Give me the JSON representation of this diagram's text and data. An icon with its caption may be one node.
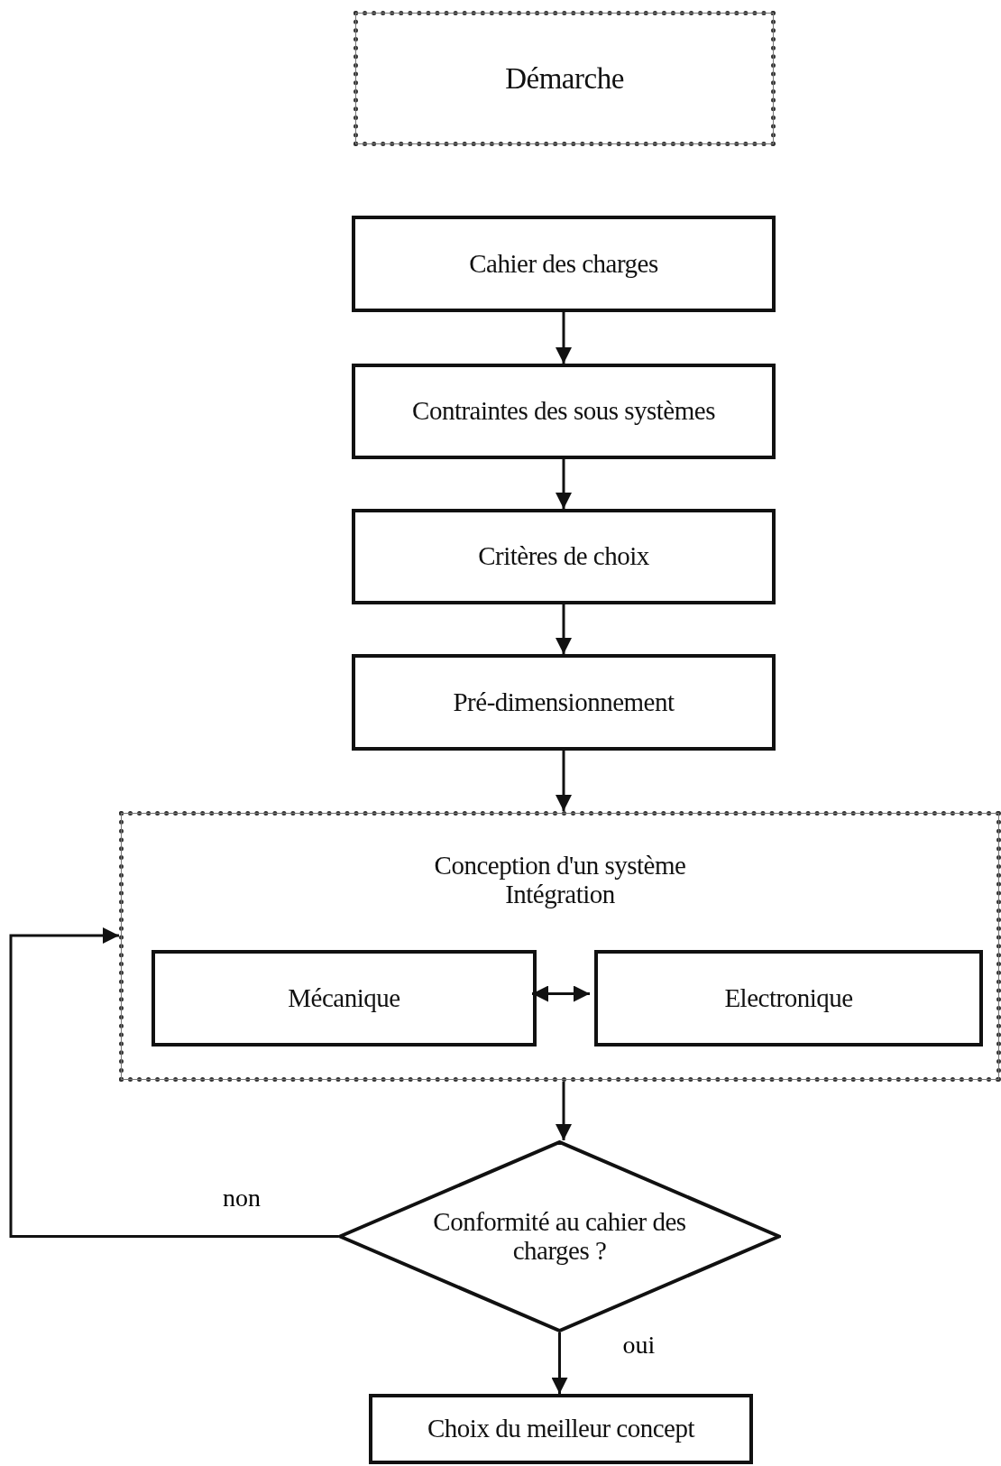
{
  "diagram": {
    "nodes": [
      {
        "text": [
          "Démarche"
        ]
      },
      {
        "text": [
          "Cahier des charges"
        ]
      },
      {
        "text": [
          "Contraintes des sous systèmes"
        ]
      },
      {
        "text": [
          "Critères de choix"
        ]
      },
      {
        "text": [
          "Pré-dimensionnement"
        ]
      },
      {
        "text": [
          "Conception d'un système",
          "Intégration"
        ]
      },
      {
        "text": [
          "Mécanique"
        ],
        "in": 5
      },
      {
        "text": [
          "Electronique"
        ],
        "in": 5
      },
      {
        "text": [
          "Conformité au cahier des charges ?"
        ]
      },
      {
        "text": [
          "Choix du meilleur concept"
        ]
      }
    ],
    "edges": [
      {
        "from": 1,
        "to": 2,
        "arrow": "to"
      },
      {
        "from": 2,
        "to": 3,
        "arrow": "to"
      },
      {
        "from": 3,
        "to": 4,
        "arrow": "to"
      },
      {
        "from": 4,
        "to": 5,
        "arrow": "to"
      },
      {
        "from": 6,
        "to": 7,
        "arrow": "both"
      },
      {
        "from": 5,
        "to": 8,
        "arrow": "to"
      },
      {
        "from": 8,
        "to": 5,
        "arrow": "to",
        "label": "non"
      },
      {
        "from": 8,
        "to": 9,
        "arrow": "to",
        "label": "oui"
      }
    ]
  }
}
